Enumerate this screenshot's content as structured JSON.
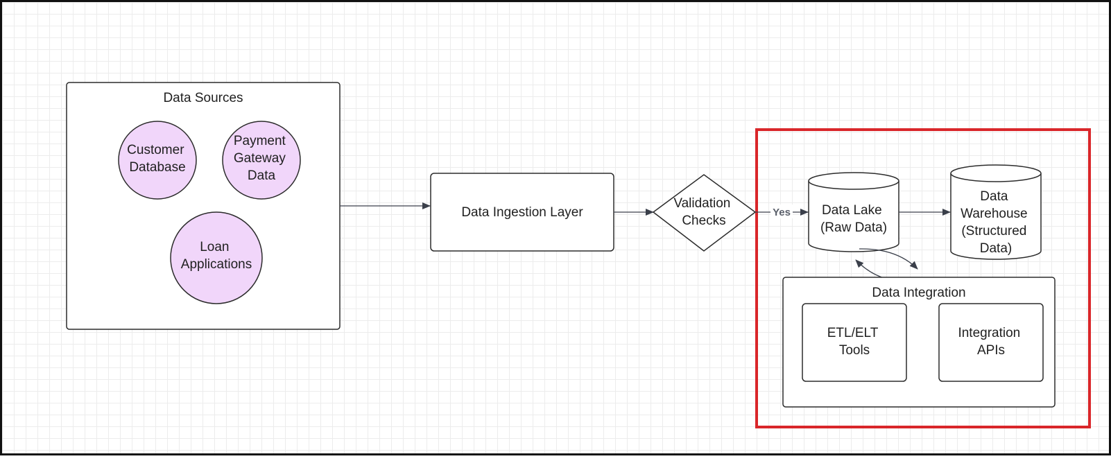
{
  "diagram": {
    "data_sources": {
      "title": "Data Sources",
      "customer_database": [
        "Customer",
        "Database"
      ],
      "payment_gateway": [
        "Payment",
        "Gateway",
        "Data"
      ],
      "loan_applications": [
        "Loan",
        "Applications"
      ]
    },
    "ingestion_layer": {
      "label": "Data Ingestion Layer"
    },
    "validation": {
      "label": [
        "Validation",
        "Checks"
      ]
    },
    "yes_label": "Yes",
    "data_lake": {
      "label": [
        "Data Lake",
        "(Raw Data)"
      ]
    },
    "data_warehouse": {
      "label": [
        "Data",
        "Warehouse",
        "(Structured",
        "Data)"
      ]
    },
    "data_integration": {
      "title": "Data Integration",
      "etl_tools": [
        "ETL/ELT",
        "Tools"
      ],
      "integration_apis": [
        "Integration",
        "APIs"
      ]
    },
    "colors": {
      "circle_fill": "#f1d6fa",
      "highlight": "#d9262a",
      "stroke": "#2b2b2b"
    }
  }
}
